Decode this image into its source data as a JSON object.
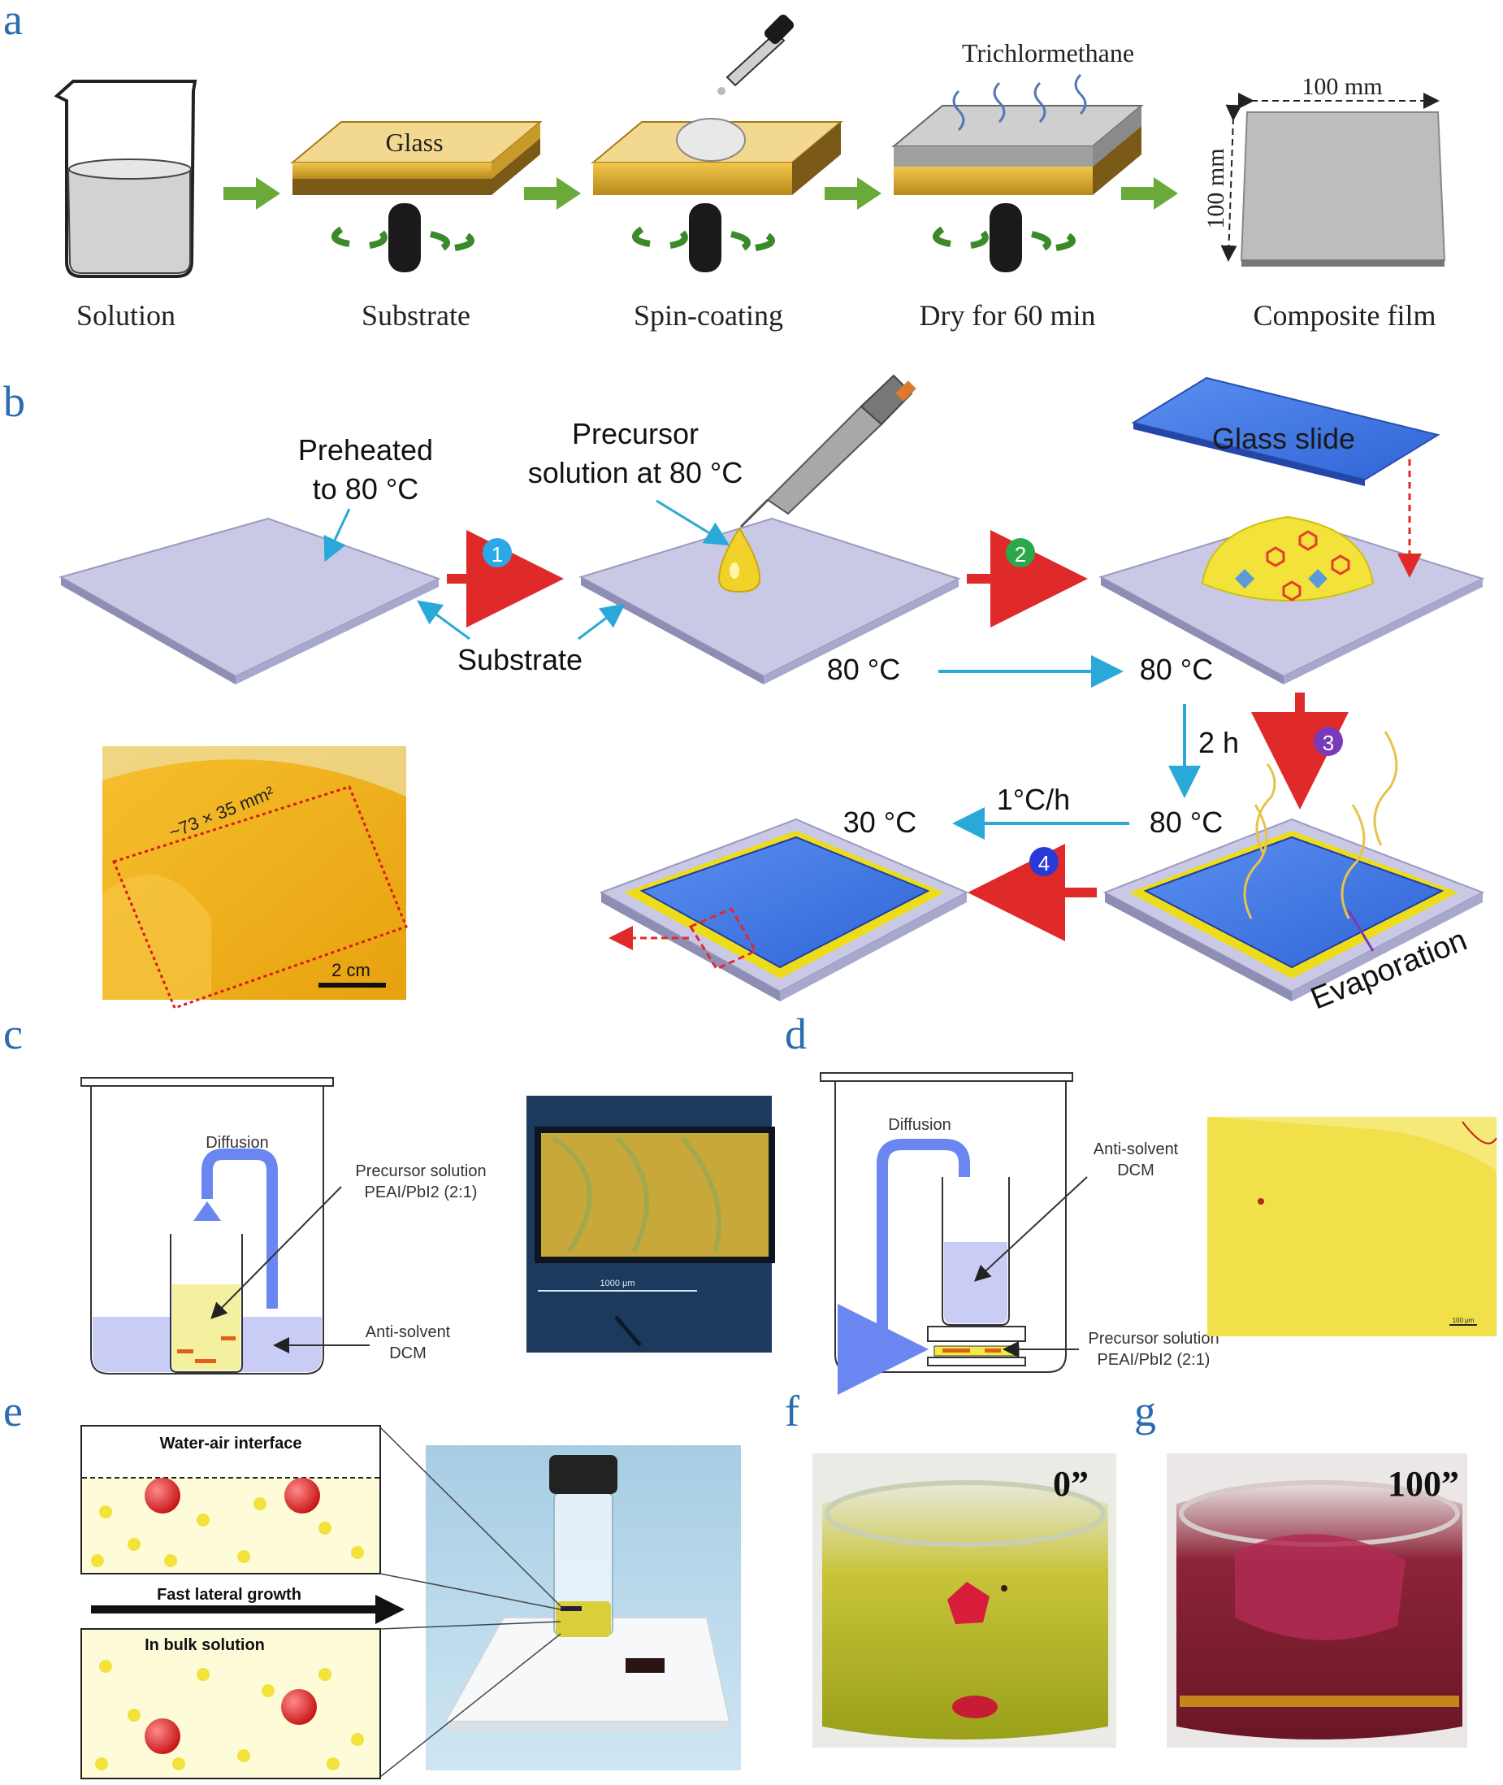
{
  "panel_labels": {
    "a": "a",
    "b": "b",
    "c": "c",
    "d": "d",
    "e": "e",
    "f": "f",
    "g": "g"
  },
  "panel_a": {
    "steps": [
      "Solution",
      "Substrate",
      "Spin-coating",
      "Dry for 60 min",
      "Composite film"
    ],
    "glass_label": "Glass",
    "solvent_label": "Trichlormethane",
    "width_dim": "100 mm",
    "height_dim": "100 mm"
  },
  "panel_b": {
    "preheated": [
      "Preheated",
      "to 80 °C"
    ],
    "precursor": [
      "Precursor",
      "solution at 80 °C"
    ],
    "substrate": "Substrate",
    "glass_slide": "Glass slide",
    "temp_left": "80 °C",
    "temp_right": "80 °C",
    "temp_hold": "80 °C",
    "temp_end": "30 °C",
    "duration": "2 h",
    "rate": "1°C/h",
    "evaporation": "Evaporation",
    "steps": [
      "1",
      "2",
      "3",
      "4"
    ],
    "photo_size": "~73 × 35 mm²",
    "scale_bar": "2 cm"
  },
  "panel_c": {
    "diffusion": "Diffusion",
    "precursor": [
      "Precursor solution",
      "PEAI/PbI2 (2:1)"
    ],
    "antisolvent": [
      "Anti-solvent",
      "DCM"
    ],
    "scale_bar": "1000 μm"
  },
  "panel_d": {
    "diffusion": "Diffusion",
    "antisolvent": [
      "Anti-solvent",
      "DCM"
    ],
    "precursor": [
      "Precursor solution",
      "PEAI/PbI2 (2:1)"
    ],
    "scale_bar": "100 μm"
  },
  "panel_e": {
    "interface": "Water-air interface",
    "growth": "Fast lateral growth",
    "bulk": "In bulk solution"
  },
  "panel_f": {
    "time": "0”"
  },
  "panel_g": {
    "time": "100”"
  },
  "colors": {
    "label_blue": "#2a6cb0",
    "arrow_green": "#6aaa3a",
    "arrow_red": "#e02a2a",
    "arrow_cyan": "#2aa8d8",
    "glass_blue": "#3b78e0"
  }
}
